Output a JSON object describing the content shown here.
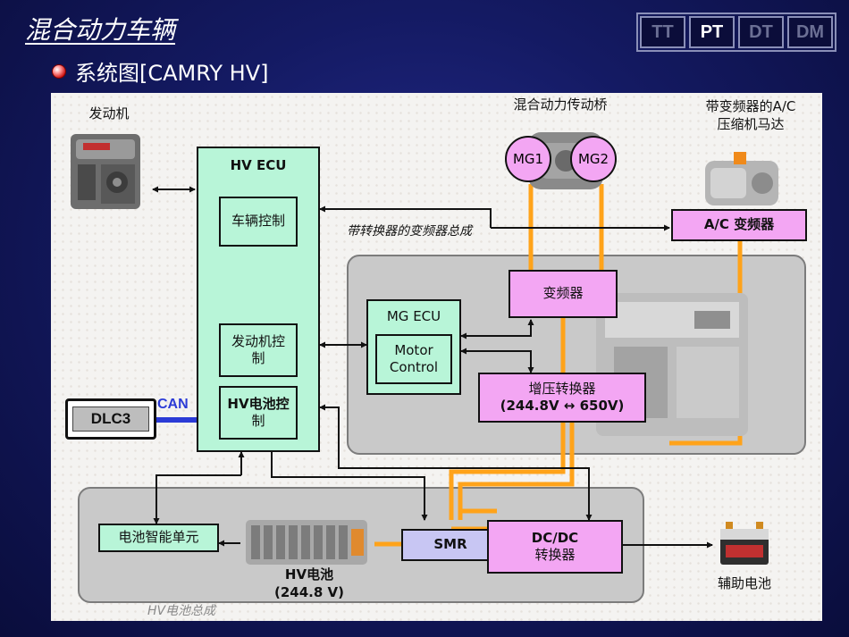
{
  "header": {
    "title": "混合动力车辆",
    "tabs": [
      {
        "label": "TT",
        "active": false
      },
      {
        "label": "PT",
        "active": true
      },
      {
        "label": "DT",
        "active": false
      },
      {
        "label": "DM",
        "active": false
      }
    ],
    "subtitle": "系统图[CAMRY HV]"
  },
  "diagram": {
    "engine_label": "发动机",
    "transaxle_label": "混合动力传动桥",
    "mg1": "MG1",
    "mg2": "MG2",
    "ac_motor_label_line1": "带变频器的A/C",
    "ac_motor_label_line2": "压缩机马达",
    "hv_ecu": {
      "title": "HV ECU",
      "vehicle_control": "车辆控制",
      "engine_control_line1": "发动机控",
      "engine_control_line2": "制",
      "battery_control_line1": "HV电池控",
      "battery_control_line2": "制"
    },
    "inverter_assembly_label": "带转换器的变频器总成",
    "ac_inverter": "A/C 变频器",
    "inverter": "变频器",
    "mg_ecu": {
      "title": "MG ECU",
      "motor_control_line1": "Motor",
      "motor_control_line2": "Control"
    },
    "boost_converter_line1": "增压转换器",
    "boost_converter_line2": "(244.8V ↔ 650V)",
    "dlc3": "DLC3",
    "can": "CAN",
    "battery_smart_unit": "电池智能单元",
    "smr": "SMR",
    "dcdc_line1": "DC/DC",
    "dcdc_line2": "转换器",
    "hv_battery_line1": "HV电池",
    "hv_battery_line2": "(244.8 V)",
    "aux_battery": "辅助电池",
    "hv_battery_assembly_label": "HV电池总成"
  },
  "colors": {
    "ecu_green": "#b8f5d8",
    "component_pink": "#f3a6f3",
    "smr_lavender": "#c8c6f3",
    "high_voltage_orange": "#ffa31a",
    "can_blue": "#2b3bd6"
  }
}
